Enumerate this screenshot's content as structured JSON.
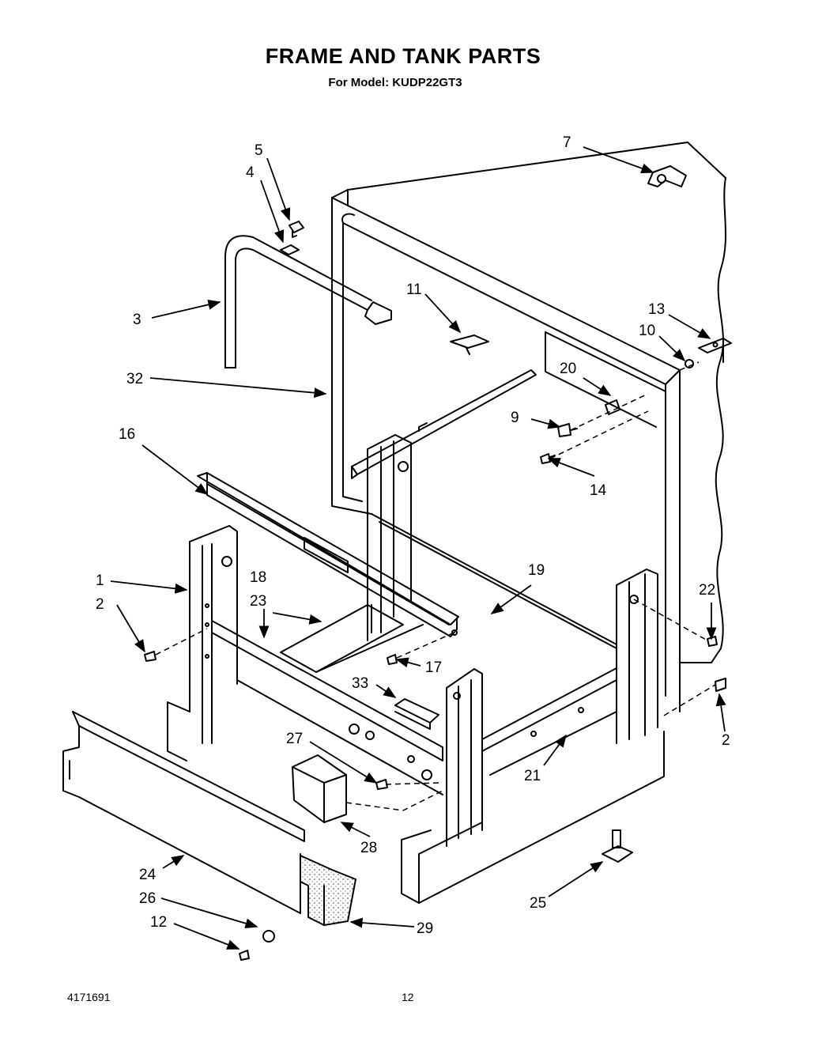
{
  "header": {
    "title": "FRAME AND TANK PARTS",
    "subtitle": "For Model: KUDP22GT3"
  },
  "footer": {
    "doc_number": "4171691",
    "page_number": "12"
  },
  "callouts": [
    {
      "id": "c5",
      "label": "5"
    },
    {
      "id": "c4",
      "label": "4"
    },
    {
      "id": "c7",
      "label": "7"
    },
    {
      "id": "c3",
      "label": "3"
    },
    {
      "id": "c11",
      "label": "11"
    },
    {
      "id": "c13",
      "label": "13"
    },
    {
      "id": "c10",
      "label": "10"
    },
    {
      "id": "c32",
      "label": "32"
    },
    {
      "id": "c20",
      "label": "20"
    },
    {
      "id": "c9",
      "label": "9"
    },
    {
      "id": "c16",
      "label": "16"
    },
    {
      "id": "c14",
      "label": "14"
    },
    {
      "id": "c1",
      "label": "1"
    },
    {
      "id": "c18",
      "label": "18"
    },
    {
      "id": "c19",
      "label": "19"
    },
    {
      "id": "c22",
      "label": "22"
    },
    {
      "id": "c2a",
      "label": "2"
    },
    {
      "id": "c23",
      "label": "23"
    },
    {
      "id": "c17",
      "label": "17"
    },
    {
      "id": "c33",
      "label": "33"
    },
    {
      "id": "c2b",
      "label": "2"
    },
    {
      "id": "c27",
      "label": "27"
    },
    {
      "id": "c21",
      "label": "21"
    },
    {
      "id": "c28",
      "label": "28"
    },
    {
      "id": "c24",
      "label": "24"
    },
    {
      "id": "c26",
      "label": "26"
    },
    {
      "id": "c25",
      "label": "25"
    },
    {
      "id": "c29",
      "label": "29"
    },
    {
      "id": "c12",
      "label": "12"
    }
  ]
}
